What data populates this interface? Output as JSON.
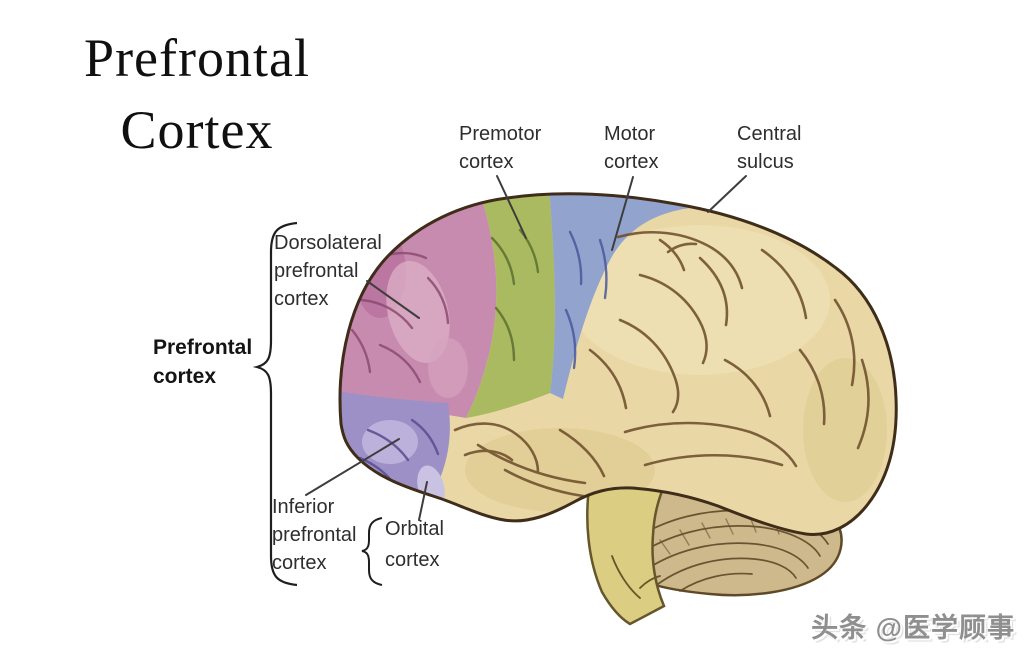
{
  "title": {
    "line1": "Prefrontal",
    "line2": "Cortex"
  },
  "labels": {
    "premotor": {
      "line1": "Premotor",
      "line2": "cortex"
    },
    "motor": {
      "line1": "Motor",
      "line2": "cortex"
    },
    "central_sulcus": {
      "line1": "Central",
      "line2": "sulcus"
    },
    "dorsolateral": {
      "line1": "Dorsolateral",
      "line2": "prefrontal",
      "line3": "cortex"
    },
    "prefrontal": {
      "line1": "Prefrontal",
      "line2": "cortex"
    },
    "inferior": {
      "line1": "Inferior",
      "line2": "prefrontal",
      "line3": "cortex"
    },
    "orbital": {
      "line1": "Orbital",
      "line2": "cortex"
    }
  },
  "regions": [
    {
      "name": "Dorsolateral prefrontal cortex",
      "color": "#c88bb0"
    },
    {
      "name": "Premotor cortex",
      "color": "#aaba60"
    },
    {
      "name": "Motor cortex",
      "color": "#92a3cd"
    },
    {
      "name": "Inferior prefrontal cortex",
      "color": "#9c90c6"
    },
    {
      "name": "Orbital cortex",
      "color": "#c9c2e2"
    },
    {
      "name": "Cerebral cortex",
      "color": "#e9d8a6"
    },
    {
      "name": "Cerebellum",
      "color": "#cdb98c"
    },
    {
      "name": "Brain stem",
      "color": "#dbcd82"
    }
  ],
  "watermark": "头条 @医学顾事"
}
